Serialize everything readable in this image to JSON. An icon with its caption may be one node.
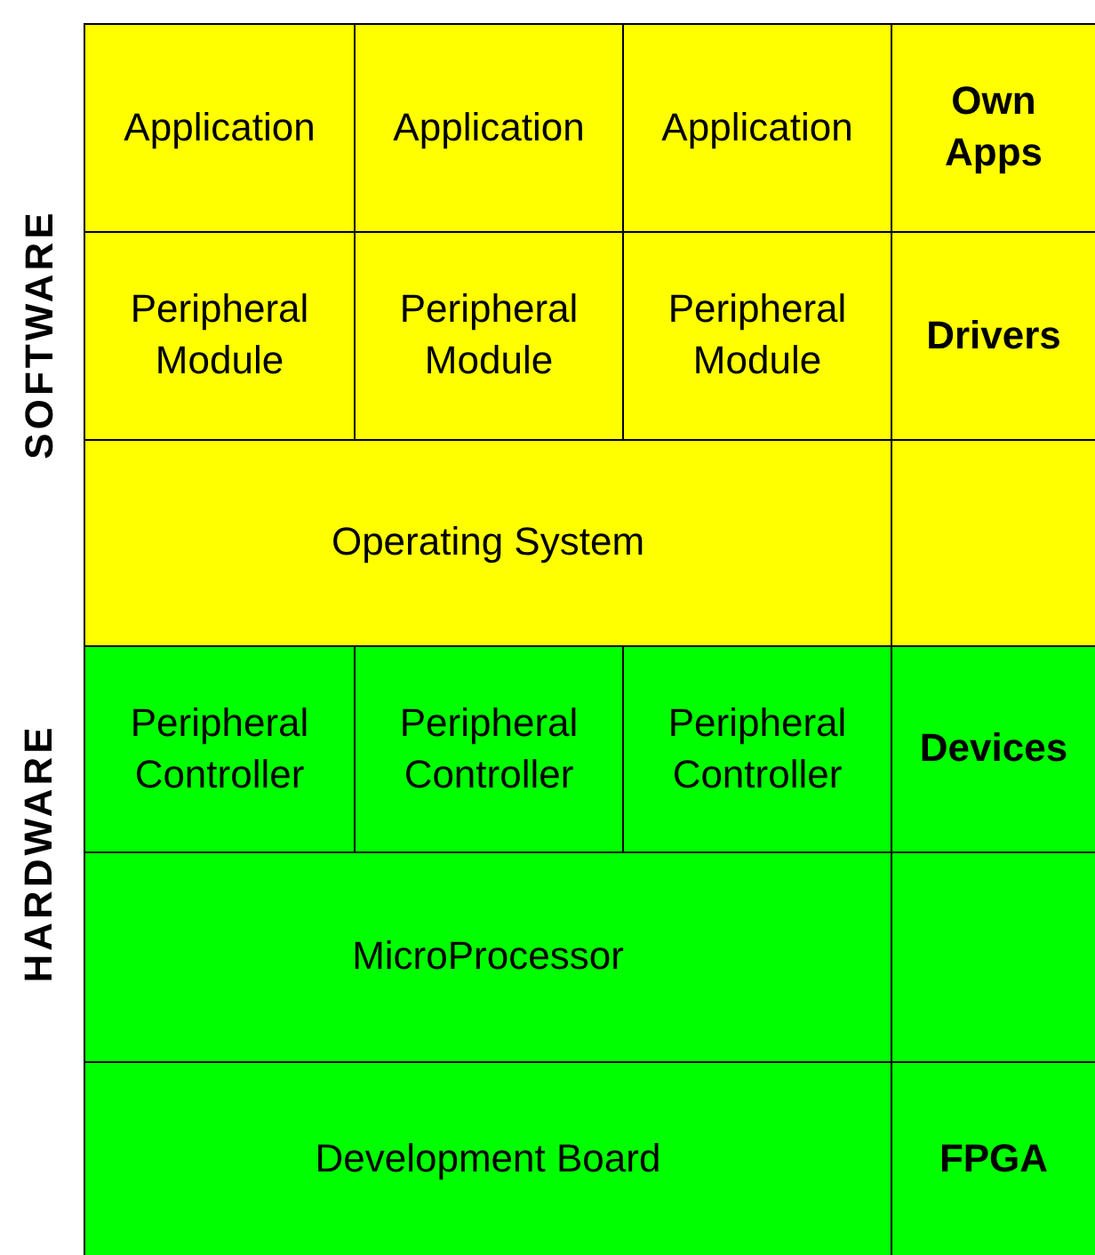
{
  "diagram": {
    "nodes": [
      {
        "text": [
          "Application"
        ]
      },
      {
        "text": [
          "Application"
        ]
      },
      {
        "text": [
          "Application"
        ]
      },
      {
        "text": [
          "Own Apps"
        ]
      },
      {
        "text": [
          "Peripheral Module"
        ]
      },
      {
        "text": [
          "Peripheral Module"
        ]
      },
      {
        "text": [
          "Peripheral Module"
        ]
      },
      {
        "text": [
          "Drivers"
        ]
      },
      {
        "text": [
          "Operating System"
        ]
      },
      {
        "text": [],
        "shape": "box"
      },
      {
        "text": [
          "Peripheral Controller"
        ]
      },
      {
        "text": [
          "Peripheral Controller"
        ]
      },
      {
        "text": [
          "Peripheral Controller"
        ]
      },
      {
        "text": [
          "Devices"
        ]
      },
      {
        "text": [
          "MicroProcessor"
        ]
      },
      {
        "text": [],
        "shape": "box"
      },
      {
        "text": [
          "Development Board"
        ]
      },
      {
        "text": [
          "FPGA"
        ]
      }
    ],
    "labels": [
      "SOFTWARE",
      "HARDWARE"
    ]
  }
}
